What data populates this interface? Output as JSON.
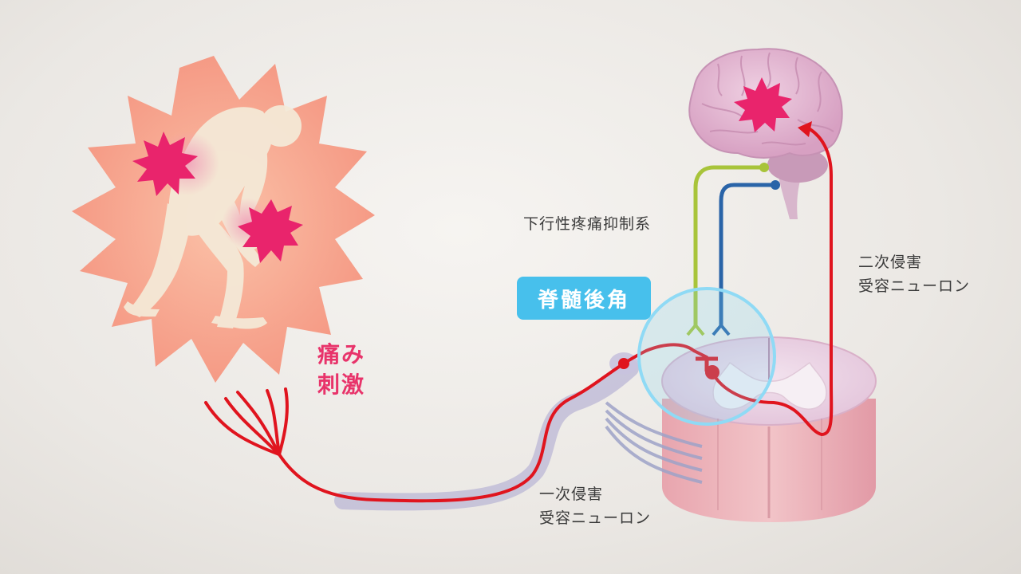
{
  "labels": {
    "pain_stimulus": [
      "痛み",
      "刺激"
    ],
    "dorsal_horn": "脊髄後角",
    "descending_system": "下行性疼痛抑制系",
    "secondary_neuron": [
      "二次侵害",
      "受容ニューロン"
    ],
    "primary_neuron": [
      "一次侵害",
      "受容ニューロン"
    ]
  },
  "colors": {
    "pain_accent": "#e8336a",
    "neuron_red": "#e0141e",
    "descending_green": "#a8c43a",
    "descending_blue": "#2a64a8",
    "badge_cyan": "#47c0ec",
    "burst_salmon": "#f6a08a",
    "brain_pink": "#d9a6c4"
  }
}
